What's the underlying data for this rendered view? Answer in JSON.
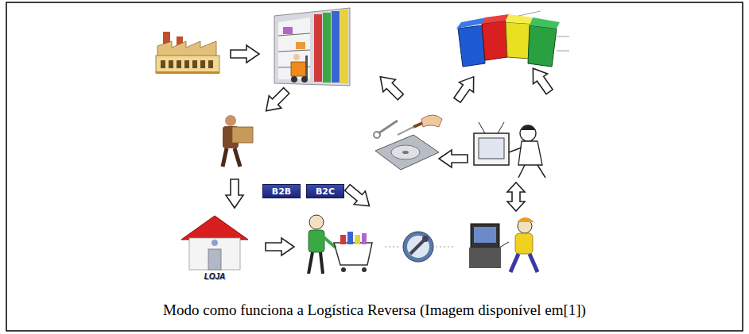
{
  "diagram": {
    "caption": "Modo como funciona a Logística Reversa (Imagem disponível em[1])",
    "nodes": [
      {
        "text": [
          "B2B"
        ]
      },
      {
        "text": [
          "B2C"
        ]
      }
    ],
    "labels": [
      "LOJA"
    ]
  }
}
